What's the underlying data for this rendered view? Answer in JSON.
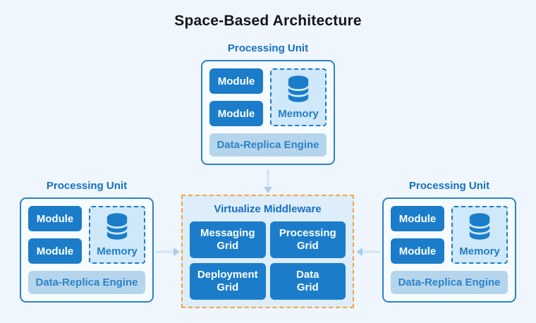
{
  "title": "Space-Based Architecture",
  "units": [
    {
      "position": "top",
      "label": "Processing Unit",
      "module1": "Module",
      "module2": "Module",
      "memory": "Memory",
      "engine": "Data-Replica Engine"
    },
    {
      "position": "left",
      "label": "Processing Unit",
      "module1": "Module",
      "module2": "Module",
      "memory": "Memory",
      "engine": "Data-Replica Engine"
    },
    {
      "position": "right",
      "label": "Processing Unit",
      "module1": "Module",
      "module2": "Module",
      "memory": "Memory",
      "engine": "Data-Replica Engine"
    }
  ],
  "middleware": {
    "label": "Virtualize Middleware",
    "grids": [
      {
        "line1": "Messaging",
        "line2": "Grid"
      },
      {
        "line1": "Processing",
        "line2": "Grid"
      },
      {
        "line1": "Deployment",
        "line2": "Grid"
      },
      {
        "line1": "Data",
        "line2": "Grid"
      }
    ]
  },
  "icons": [
    "database-icon",
    "arrow-down-icon",
    "arrow-right-icon",
    "arrow-left-icon"
  ],
  "colors": {
    "background": "#f0f6fd",
    "primary_blue": "#1b7dc9",
    "label_blue": "#1470c2",
    "unit_border": "#2b82c9",
    "unit_bg": "#f6fbff",
    "memory_bg": "#cfe8fa",
    "engine_bg": "#b5d5ec",
    "middleware_bg": "#ddedfa",
    "middleware_border": "#f5a33c",
    "arrow_line": "#cfe4f5",
    "arrow_head": "#a8cdea",
    "title_text": "#13161d"
  }
}
